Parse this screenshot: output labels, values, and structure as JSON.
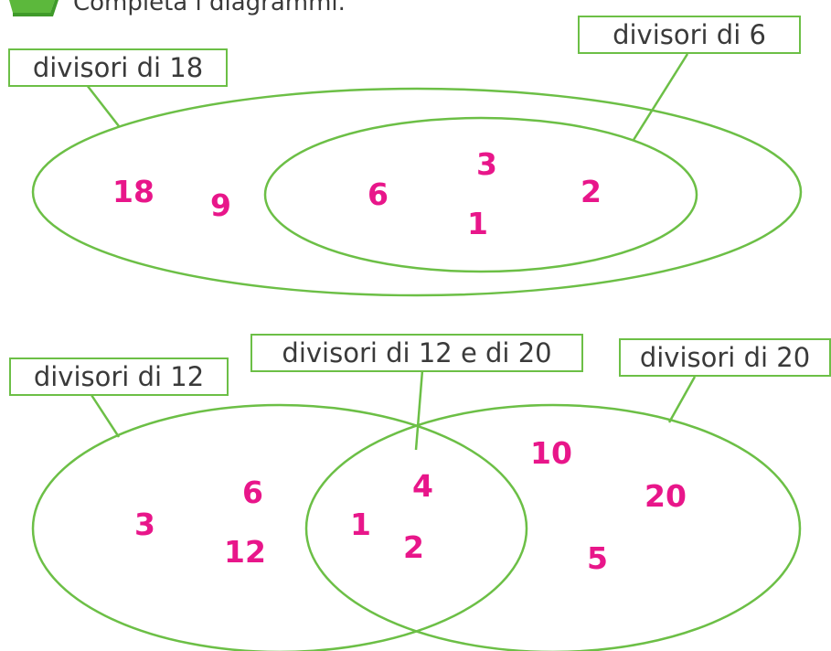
{
  "instruction": "Completa i diagrammi.",
  "colors": {
    "outline": "#6cbf46",
    "numbers": "#e8168a",
    "text": "#3a3a3a"
  },
  "diagram1": {
    "outer_label": "divisori di 18",
    "inner_label": "divisori di 6",
    "outer_only": [
      "18",
      "9"
    ],
    "inner": [
      "6",
      "3",
      "1",
      "2"
    ]
  },
  "diagram2": {
    "left_label": "divisori di 12",
    "middle_label": "divisori di 12 e di 20",
    "right_label": "divisori di 20",
    "left_only": [
      "3",
      "6",
      "12"
    ],
    "intersection": [
      "1",
      "4",
      "2"
    ],
    "right_only": [
      "10",
      "20",
      "5"
    ]
  }
}
